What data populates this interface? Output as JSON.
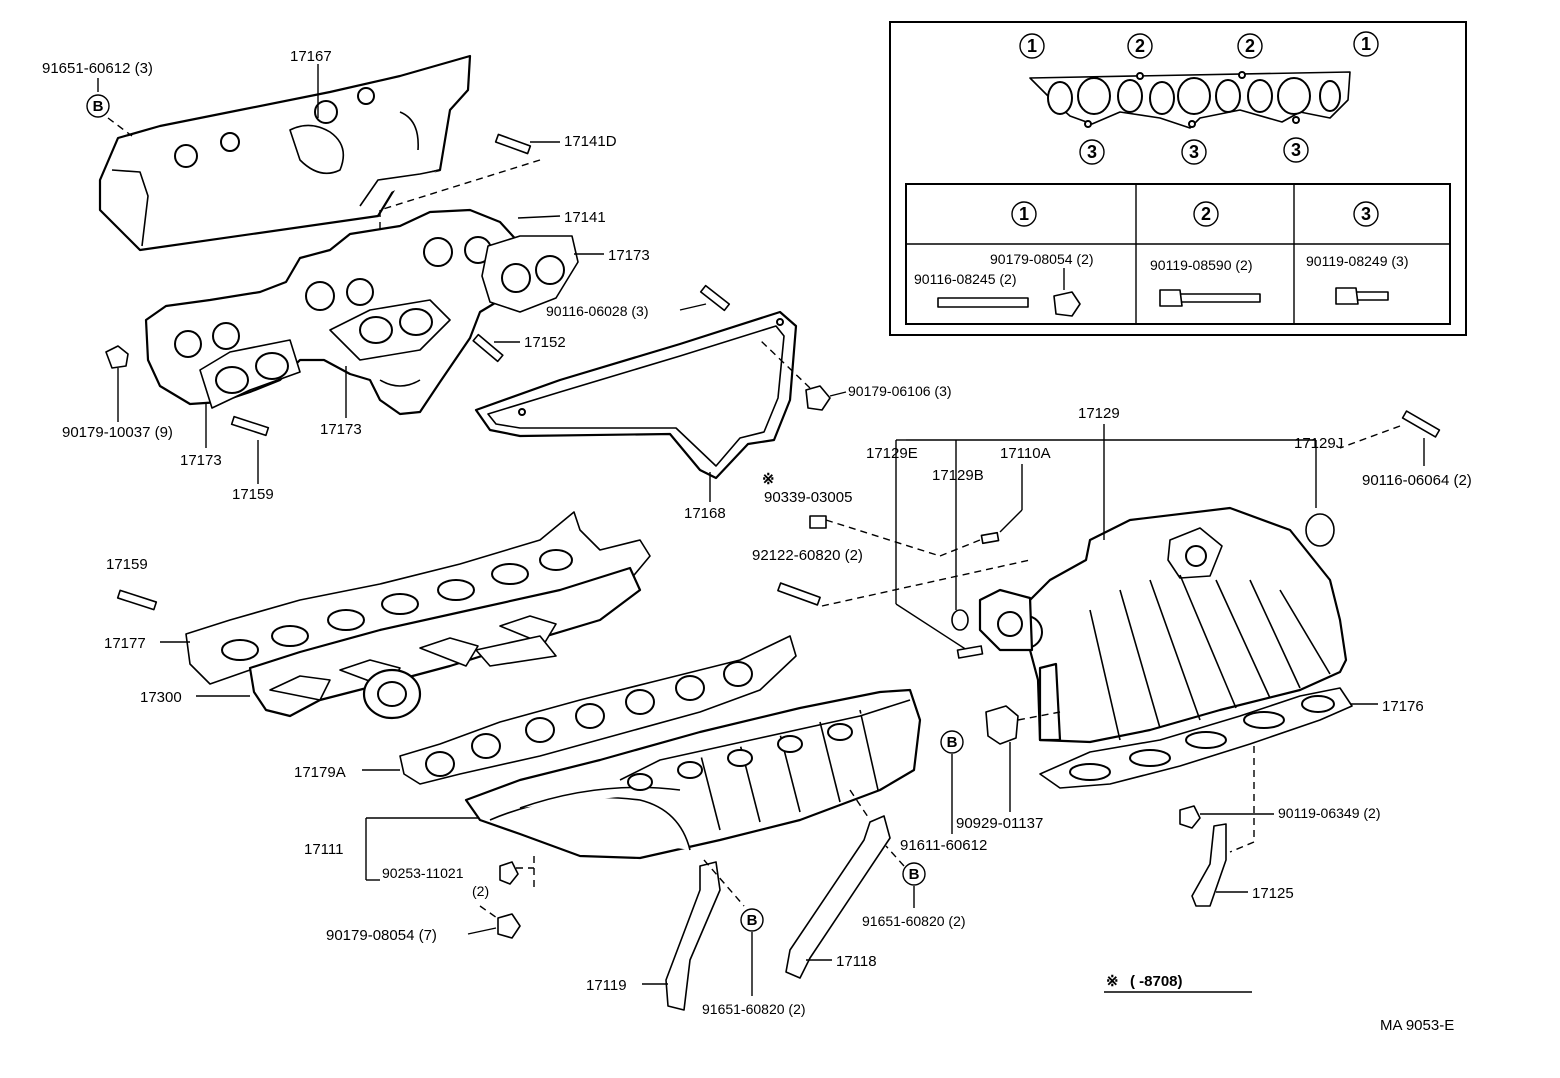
{
  "labels": {
    "p17167": "17167",
    "p91651_60612": "91651-60612 (3)",
    "p17141D": "17141D",
    "p17141": "17141",
    "p17173a": "17173",
    "p17173b": "17173",
    "p17173c": "17173",
    "p90116_06028": "90116-06028 (3)",
    "p17152": "17152",
    "p90179_10037": "90179-10037 (9)",
    "p17159a": "17159",
    "p90179_06106": "90179-06106 (3)",
    "p17168": "17168",
    "p17129": "17129",
    "p17129E": "17129E",
    "p17110A": "17110A",
    "p17129B": "17129B",
    "p17129J": "17129J",
    "p90116_06064": "90116-06064 (2)",
    "p90339_03005": "90339-03005",
    "p92122_60820": "92122-60820 (2)",
    "p17159b": "17159",
    "p17177": "17177",
    "p17300": "17300",
    "p17176": "17176",
    "p17179A": "17179A",
    "p17111": "17111",
    "p90253_11021": "90253-11021",
    "p90253_qty": "(2)",
    "p90179_08054": "90179-08054 (7)",
    "p91611_60612": "91611-60612",
    "p90929_01137": "90929-01137",
    "p91651_60820a": "91651-60820 (2)",
    "p91651_60820b": "91651-60820 (2)",
    "p90119_06349": "90119-06349 (2)",
    "p17125": "17125",
    "p17118": "17118",
    "p17119": "17119",
    "mark_b": "B",
    "note_symbol": "※",
    "note_text": "(        -8708)",
    "diagram_id": "MA 9053-E"
  },
  "inset": {
    "top_marks": [
      "1",
      "2",
      "2",
      "1"
    ],
    "bottom_marks": [
      "3",
      "3",
      "3"
    ],
    "columns": [
      {
        "mark": "1",
        "parts": [
          "90179-08054 (2)",
          "90116-08245 (2)"
        ]
      },
      {
        "mark": "2",
        "parts": [
          "90119-08590 (2)"
        ]
      },
      {
        "mark": "3",
        "parts": [
          "90119-08249 (3)"
        ]
      }
    ]
  }
}
